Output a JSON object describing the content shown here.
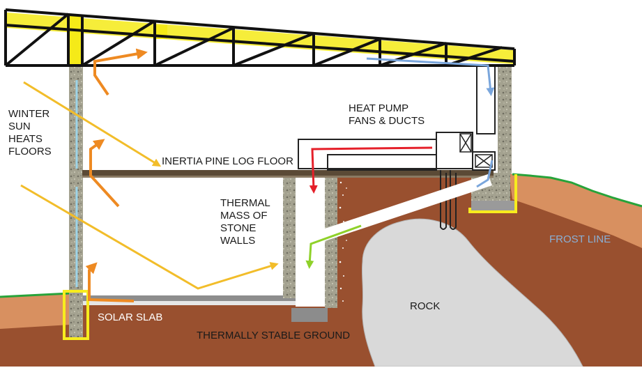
{
  "labels": {
    "winter_sun": [
      "WINTER",
      "SUN",
      "HEATS",
      "FLOORS"
    ],
    "heat_pump": [
      "HEAT PUMP",
      "FANS & DUCTS"
    ],
    "inertia_floor": "INERTIA PINE LOG FLOOR",
    "thermal_mass": [
      "THERMAL",
      "MASS OF",
      "STONE",
      "WALLS"
    ],
    "frost_line": "FROST LINE",
    "rock": "ROCK",
    "solar_slab": "SOLAR SLAB",
    "stable_ground": "THERMALLY STABLE GROUND"
  },
  "colors": {
    "earth": "#99502f",
    "topsoil": "#d89060",
    "grass": "#27a33a",
    "rock": "#d9d9d9",
    "stone": "#9c9a8a",
    "truss_black": "#111111",
    "truss_yellow": "#f5ea18",
    "sun_ray": "#f2bd2a",
    "warm_air": "#ee8a22",
    "cool_air": "#7aa6dc",
    "red_duct": "#e5202a",
    "green_duct": "#8fd12a",
    "frost_text": "#8ab0d6",
    "white_text": "#ffffff",
    "footing_yellow": "#f7ec1e"
  },
  "icons": [
    "fan-box-icon"
  ]
}
